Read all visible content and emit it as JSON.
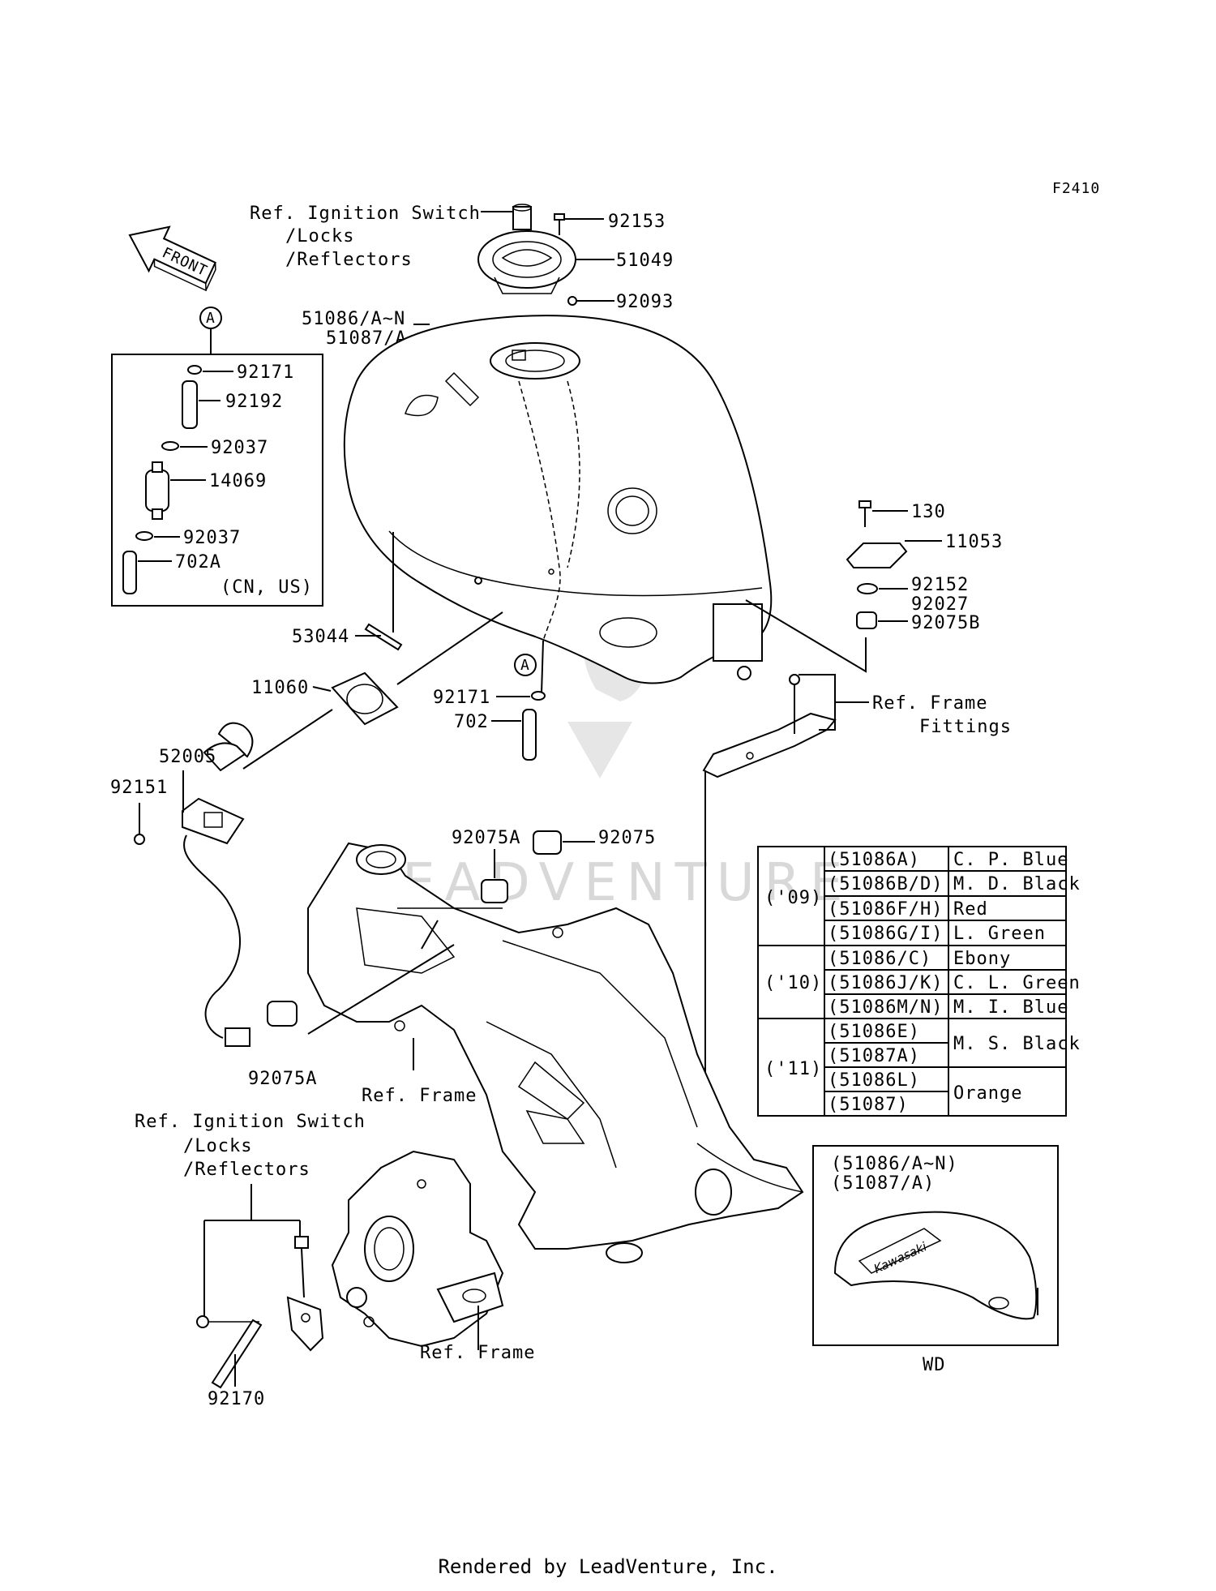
{
  "figure_code": "F2410",
  "front_label": "FRONT",
  "callouts": {
    "ref_ignition_top": [
      "Ref. Ignition Switch",
      "/Locks",
      "/Reflectors"
    ],
    "p92153": "92153",
    "p51049": "51049",
    "p92093": "92093",
    "tank": [
      "51086/A~N",
      "51087/A"
    ],
    "marker_a": "A",
    "p92171a": "92171",
    "p92192": "92192",
    "p92037a": "92037",
    "p14069": "14069",
    "p92037b": "92037",
    "p702a": "702A",
    "cn_us": "(CN, US)",
    "p130": "130",
    "p11053": "11053",
    "p92152": "92152",
    "p92027": "92027",
    "p92075b": "92075B",
    "p53044": "53044",
    "p11060": "11060",
    "p92171b": "92171",
    "p702": "702",
    "ref_frame_fittings": [
      "Ref. Frame",
      "Fittings"
    ],
    "p52005": "52005",
    "p92151": "92151",
    "p92075a_top": "92075A",
    "p92075": "92075",
    "p92075a_bottom": "92075A",
    "ref_frame_mid": "Ref. Frame",
    "ref_ignition_bottom": [
      "Ref. Ignition Switch",
      "/Locks",
      "/Reflectors"
    ],
    "ref_frame_bottom": "Ref. Frame",
    "p92170": "92170",
    "wd_box": [
      "(51086/A~N)",
      "(51087/A)"
    ],
    "wd_label": "WD",
    "tank_brand": "Kawasaki"
  },
  "color_table": {
    "groups": [
      {
        "year": "('09)",
        "rows": [
          {
            "part": "(51086A)",
            "color": "C. P. Blue"
          },
          {
            "part": "(51086B/D)",
            "color": "M. D. Black"
          },
          {
            "part": "(51086F/H)",
            "color": "Red"
          },
          {
            "part": "(51086G/I)",
            "color": "L. Green"
          }
        ]
      },
      {
        "year": "('10)",
        "rows": [
          {
            "part": "(51086/C)",
            "color": "Ebony"
          },
          {
            "part": "(51086J/K)",
            "color": "C. L. Green"
          },
          {
            "part": "(51086M/N)",
            "color": "M. I. Blue"
          }
        ]
      },
      {
        "year": "('11)",
        "rows": [
          {
            "part": "(51086E)",
            "color": "M. S. Black"
          },
          {
            "part": "(51087A)",
            "color": ""
          },
          {
            "part": "(51086L)",
            "color": "Orange"
          },
          {
            "part": "(51087)",
            "color": ""
          }
        ]
      }
    ]
  },
  "watermark": "LEADVENTURE",
  "footer": "Rendered by LeadVenture, Inc."
}
